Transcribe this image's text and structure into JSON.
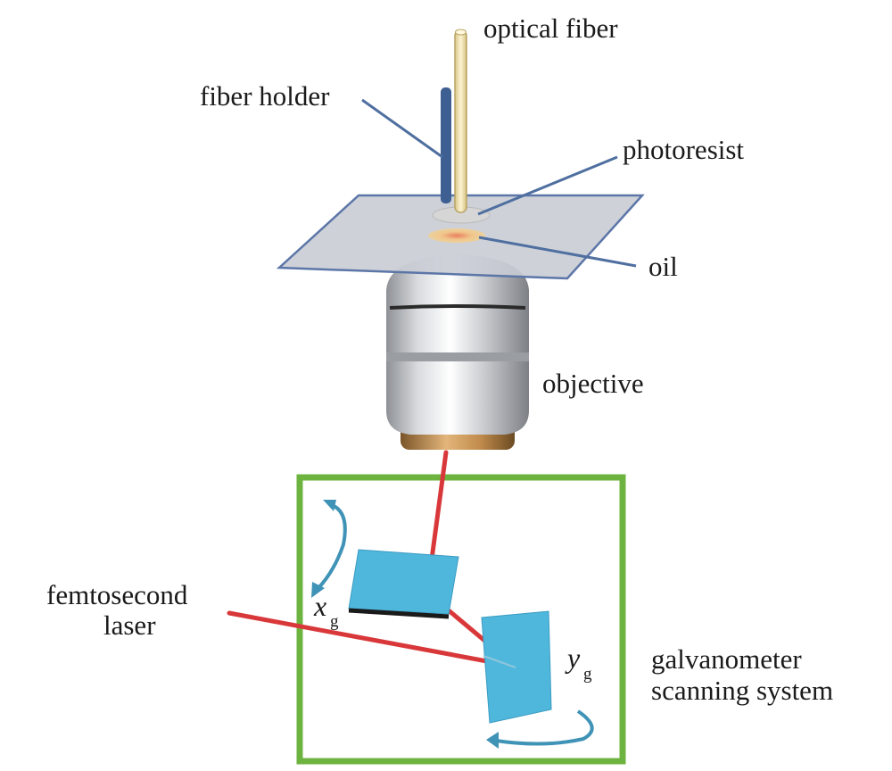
{
  "labels": {
    "optical_fiber": "optical fiber",
    "fiber_holder": "fiber holder",
    "photoresist": "photoresist",
    "oil": "oil",
    "objective": "objective",
    "femtosecond_line1": "femtosecond",
    "femtosecond_line2": "laser",
    "galvanometer_line1": "galvanometer",
    "galvanometer_line2": "scanning system",
    "xg_var": "x",
    "xg_sub": "g",
    "yg_var": "y",
    "yg_sub": "g"
  },
  "colors": {
    "laser_beam": "#d9383a",
    "scanner_box": "#6db33f",
    "mirror": "#4fb7dc",
    "leader_line": "#4f6fa0",
    "fiber_holder": "#3d5f92",
    "optical_fiber": "#f4e6b0",
    "slide": "#c9ccd4"
  }
}
